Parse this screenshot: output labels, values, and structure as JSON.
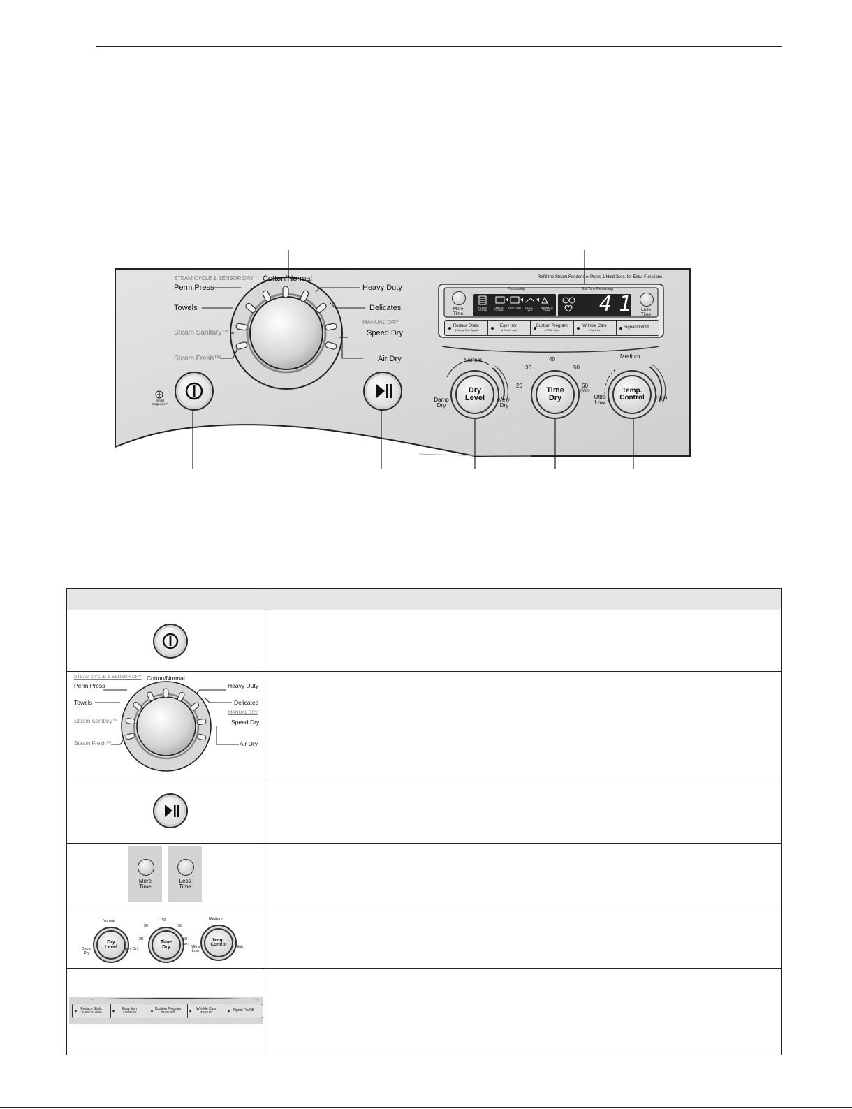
{
  "cycle_selector": {
    "steam_header": "STEAM CYCLE & SENSOR DRY",
    "cotton_normal": "Cotton/Normal",
    "perm_press": "Perm.Press",
    "heavy_duty": "Heavy Duty",
    "towels": "Towels",
    "delicates": "Delicates",
    "steam_sanitary": "Steam Sanitary™",
    "manual_header": "MANUAL DRY",
    "speed_dry": "Speed Dry",
    "steam_fresh": "Steam Fresh™",
    "air_dry": "Air Dry"
  },
  "panel": {
    "top_note": "Refill the Steam Feeder / ★ Press & Hold 3sec. for Extra Functions",
    "smart_diagnosis": "Smart Diagnosis™",
    "processing_label": "Processing",
    "time_remaining_label": "Est.Time Remaining",
    "stage_labels": [
      "FLOW SENSE",
      "CHECK FILTER",
      "DRY -ING",
      "COOL -ING",
      "WRINKLE CARE"
    ],
    "time_display": "41",
    "more_time_label": "More Time",
    "less_time_label": "Less Time"
  },
  "option_keys": [
    {
      "label": "Reduce Static",
      "sub": "★Damp Dry Signal"
    },
    {
      "label": "Easy Iron",
      "sub": "★Child Lock"
    },
    {
      "label": "Custom Program",
      "sub": "★PGM Save"
    },
    {
      "label": "Wrinkle Care",
      "sub": "★Rack Dry"
    },
    {
      "label": "Signal On/Off",
      "sub": ""
    }
  ],
  "dry_level": {
    "knob_label": "Dry Level",
    "normal": "Normal",
    "damp_dry": "Damp Dry",
    "very_dry": "Very Dry"
  },
  "time_dry": {
    "knob_label": "Time Dry",
    "t20": "20",
    "t30": "30",
    "t40": "40",
    "t50": "50",
    "t60": "60",
    "unit": "(Min)"
  },
  "temp_control": {
    "knob_label": "Temp. Control",
    "medium": "Medium",
    "ultra_low": "Ultra Low",
    "high": "High"
  },
  "colors": {
    "panel_bg": "#dcdcdc",
    "display_bg": "#222222",
    "display_fg": "#ffffff",
    "table_header_bg": "#e6e6e6",
    "line": "#222222"
  }
}
